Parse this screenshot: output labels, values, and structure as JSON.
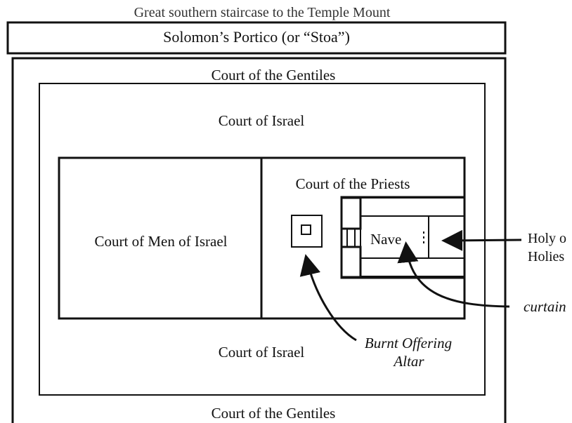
{
  "title": "Great southern staircase to the Temple Mount",
  "portico": "Solomon’s Portico (or “Stoa”)",
  "court_gentiles_top": "Court of the Gentiles",
  "court_gentiles_bottom": "Court of the Gentiles",
  "court_israel_top": "Court of Israel",
  "court_israel_bottom": "Court of Israel",
  "court_men": "Court of Men of Israel",
  "court_priests": "Court of the Priests",
  "nave": "Nave",
  "holy_line1": "Holy o",
  "holy_line2": "Holies",
  "curtain": "curtain",
  "altar_line1": "Burnt Offering",
  "altar_line2": "Altar"
}
